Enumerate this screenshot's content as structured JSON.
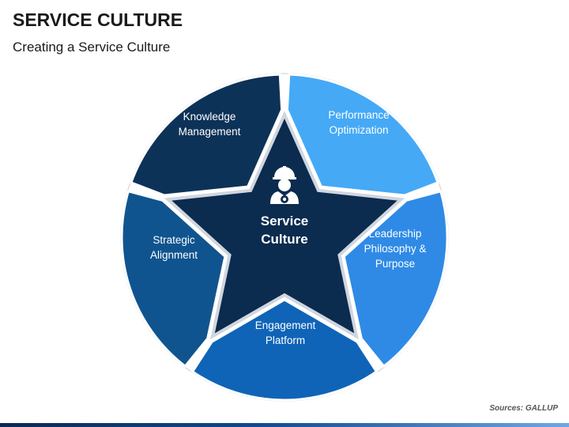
{
  "header": {
    "title": "SERVICE CULTURE",
    "subtitle": "Creating a Service Culture"
  },
  "diagram": {
    "center": {
      "label": "Service\nCulture",
      "icon": "worker-helmet-gear-icon"
    },
    "segments": [
      {
        "label": "Knowledge\nManagement",
        "color": "#0d3258"
      },
      {
        "label": "Performance\nOptimization",
        "color": "#45a9f6"
      },
      {
        "label": "Leadership\nPhilosophy &\nPurpose",
        "color": "#2f8ae6"
      },
      {
        "label": "Engagement\nPlatform",
        "color": "#0f64b8"
      },
      {
        "label": "Strategic\nAlignment",
        "color": "#10548f"
      }
    ],
    "star_color": "#0b2b4f"
  },
  "footer": {
    "source": "Sources: GALLUP"
  }
}
